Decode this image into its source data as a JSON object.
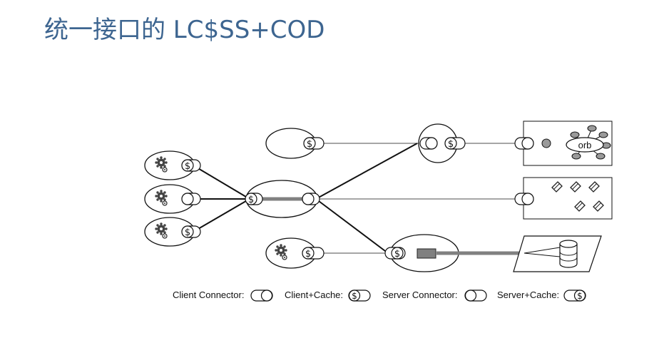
{
  "title": "统一接口的 LC$SS+COD",
  "symbols": {
    "dollar": "$",
    "orb": "orb"
  },
  "legend": {
    "client_connector": "Client Connector:",
    "client_cache": "Client+Cache:",
    "server_connector": "Server Connector:",
    "server_cache": "Server+Cache:"
  },
  "colors": {
    "title": "#3d6590",
    "thick_link": "#808080",
    "filled_node": "#9a9a9a"
  }
}
